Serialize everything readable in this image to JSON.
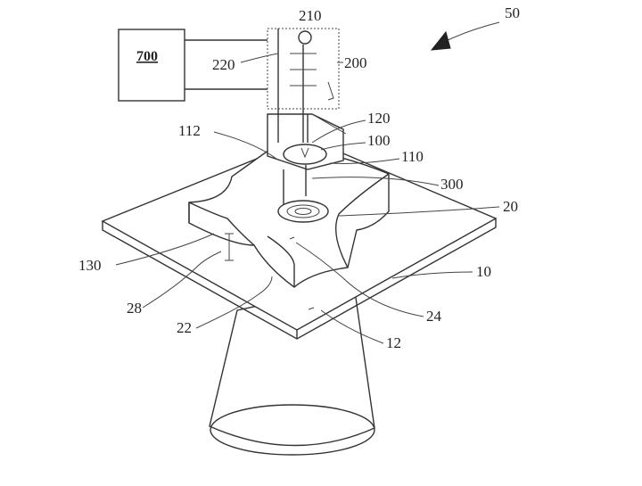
{
  "diagram": {
    "labels": {
      "r50": "50",
      "r210": "210",
      "r700": "700",
      "r220": "220",
      "r200": "200",
      "r120": "120",
      "r112": "112",
      "r100": "100",
      "r110": "110",
      "r300": "300",
      "r20": "20",
      "r130": "130",
      "r10": "10",
      "r28": "28",
      "r24": "24",
      "r22": "22",
      "r12": "12"
    }
  }
}
